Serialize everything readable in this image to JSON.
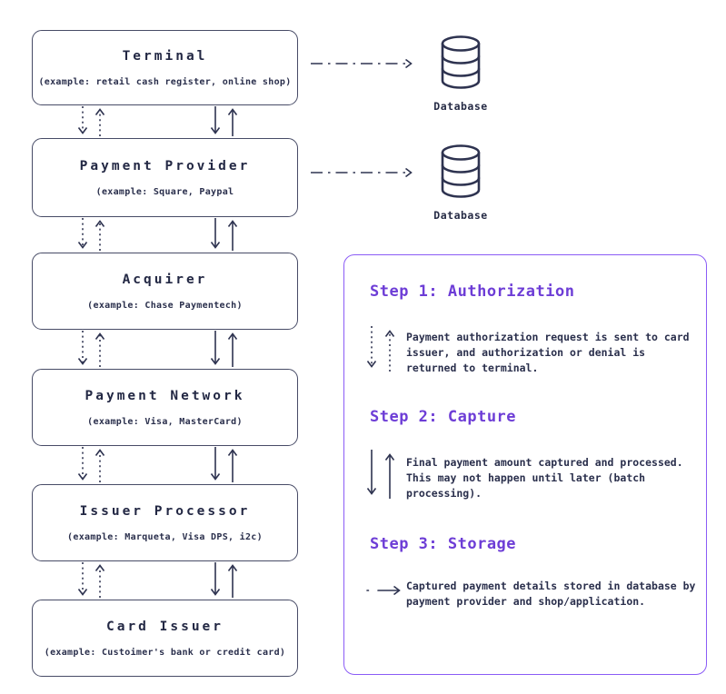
{
  "diagram": {
    "boxes": [
      {
        "title": "Terminal",
        "example": "(example: retail cash register, online shop)"
      },
      {
        "title": "Payment Provider",
        "example": "(example: Square, Paypal"
      },
      {
        "title": "Acquirer",
        "example": "(example: Chase Paymentech)"
      },
      {
        "title": "Payment Network",
        "example": "(example: Visa, MasterCard)"
      },
      {
        "title": "Issuer Processor",
        "example": "(example: Marqueta, Visa DPS, i2c)"
      },
      {
        "title": "Card Issuer",
        "example": "(example: Custoimer's bank or credit card)"
      }
    ],
    "databases": [
      {
        "label": "Database",
        "icon": "database-icon"
      },
      {
        "label": "Database",
        "icon": "database-icon"
      }
    ],
    "arrow_styles": {
      "authorization": "dotted vertical bidirectional arrows",
      "capture": "solid vertical bidirectional arrows",
      "storage": "dash-dot horizontal arrow to database"
    }
  },
  "legend": {
    "steps": [
      {
        "heading": "Step 1: Authorization",
        "icon": "dotted-bidirectional-arrows-icon",
        "text": "Payment authorization request is sent to card issuer, and authorization or denial is returned to terminal."
      },
      {
        "heading": "Step 2: Capture",
        "icon": "solid-bidirectional-arrows-icon",
        "text": "Final payment amount captured and processed. This may not happen until later (batch processing)."
      },
      {
        "heading": "Step 3: Storage",
        "icon": "dash-dot-arrow-icon",
        "text": "Captured payment details stored in database by payment provider and shop/application."
      }
    ]
  },
  "colors": {
    "ink": "#2e3350",
    "box_border": "#474b66",
    "heading_purple": "#6d3dd6",
    "legend_border": "#8b5cf6",
    "background": "#ffffff"
  }
}
